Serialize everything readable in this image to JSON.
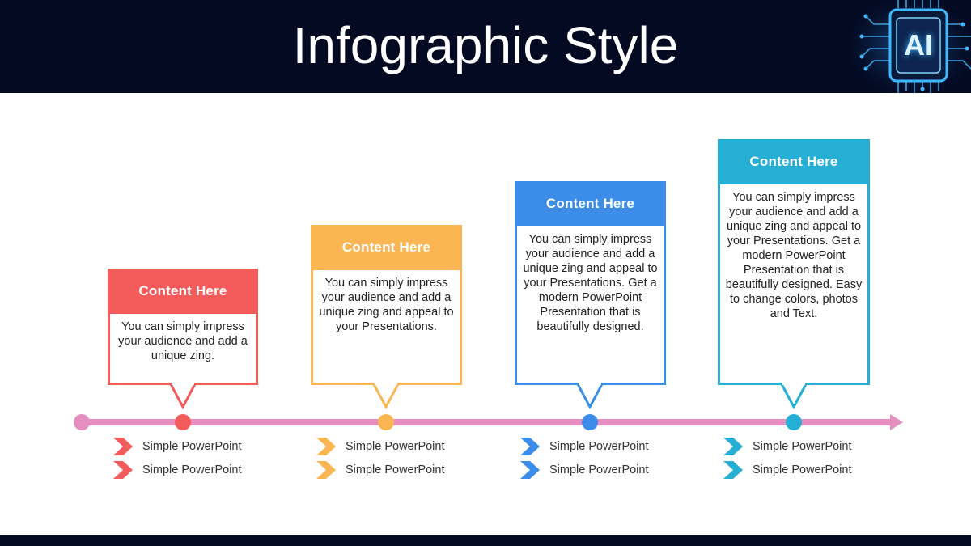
{
  "title": "Infographic Style",
  "logo": {
    "text": "AI",
    "icon": "ai-chip-icon",
    "color": "#3fb8ff"
  },
  "colors": {
    "header_bg": "#030a22",
    "line": "#e58fc1",
    "start_dot": "#e58fc1"
  },
  "steps": [
    {
      "heading": "Content  Here",
      "body": "You can simply impress your audience and add a unique zing.",
      "color": "#f45b5b",
      "bullets": [
        "Simple PowerPoint",
        "Simple PowerPoint"
      ]
    },
    {
      "heading": "Content  Here",
      "body": "You can simply impress your audience and add a unique zing and appeal to your Presentations.",
      "color": "#fbb552",
      "bullets": [
        "Simple PowerPoint",
        "Simple PowerPoint"
      ]
    },
    {
      "heading": "Content  Here",
      "body": "You can simply impress your audience and add a unique zing and appeal to your Presentations. Get a modern PowerPoint Presentation that is beautifully designed.",
      "color": "#3c8cea",
      "bullets": [
        "Simple PowerPoint",
        "Simple PowerPoint"
      ]
    },
    {
      "heading": "Content  Here",
      "body": "You can simply impress your audience and add a unique zing and appeal to your Presentations. Get a modern PowerPoint Presentation that is beautifully designed. Easy to change colors, photos and Text.",
      "color": "#26afd5",
      "bullets": [
        "Simple PowerPoint",
        "Simple PowerPoint"
      ]
    }
  ]
}
